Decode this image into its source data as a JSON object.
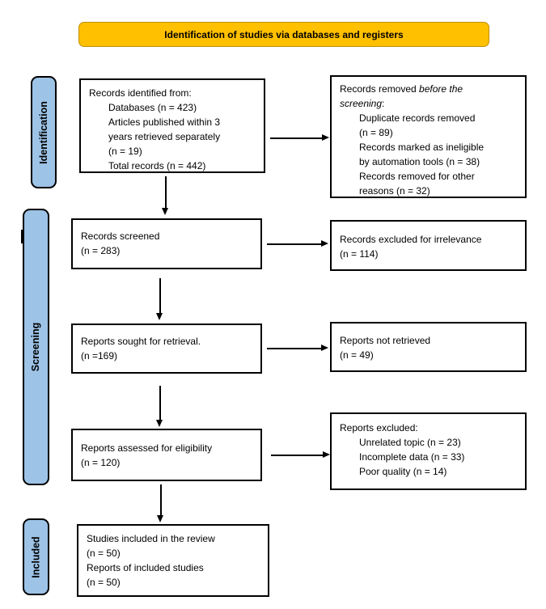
{
  "banner": {
    "title": "Identification of studies via databases and registers"
  },
  "stages": {
    "identification": "Identification",
    "screening": "Screening",
    "included": "Included"
  },
  "colors": {
    "banner_fill": "#FFC000",
    "banner_border": "#BF9000",
    "stage_fill": "#9DC3E6",
    "line_color": "#000000",
    "box_background": "#FFFFFF"
  },
  "boxes": {
    "records_identified": {
      "lines": [
        "Records identified from:",
        "Databases (n = 423)",
        "Articles published within 3",
        "years retrieved separately",
        "(n = 19)",
        "Total records (n = 442)"
      ]
    },
    "records_removed": {
      "line1_pre": "Records removed ",
      "line1_italic": "before the",
      "line2_italic": "screening",
      "line2_post": ":",
      "lines": [
        "Duplicate records removed",
        "(n = 89)",
        "Records marked as ineligible",
        "by automation tools (n = 38)",
        "Records removed for other",
        "reasons (n = 32)"
      ]
    },
    "records_screened": {
      "lines": [
        "Records screened",
        "(n = 283)"
      ]
    },
    "records_excluded": {
      "lines": [
        "Records excluded for irrelevance",
        "(n = 114)"
      ]
    },
    "reports_sought": {
      "lines": [
        "Reports sought for retrieval.",
        "(n =169)"
      ]
    },
    "reports_not_retrieved": {
      "lines": [
        "Reports not retrieved",
        "(n = 49)"
      ]
    },
    "reports_assessed": {
      "lines": [
        "Reports assessed for eligibility",
        "(n = 120)"
      ]
    },
    "reports_excluded": {
      "lines": [
        "Reports excluded:",
        "Unrelated topic (n = 23)",
        "Incomplete data (n = 33)",
        "Poor quality (n = 14)"
      ]
    },
    "studies_included": {
      "lines": [
        "Studies included in the review",
        "(n = 50)",
        "Reports of included studies",
        "(n = 50)"
      ]
    }
  }
}
